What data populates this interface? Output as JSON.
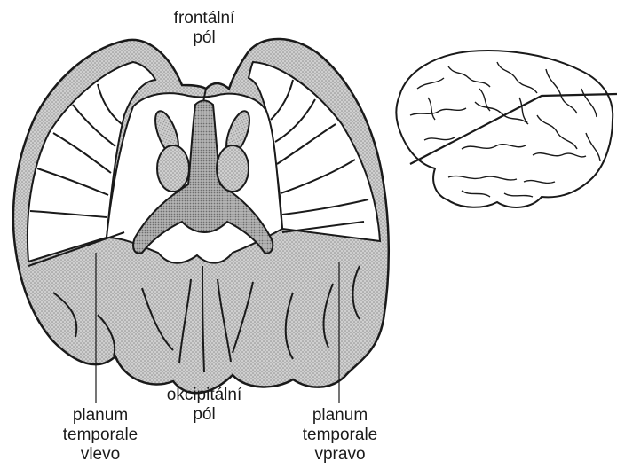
{
  "labels": {
    "frontal_line1": "frontální",
    "frontal_line2": "pól",
    "occipital_line1": "okcipitální",
    "occipital_line2": "pól",
    "left_line1": "planum",
    "left_line2": "temporale",
    "left_line3": "vlevo",
    "right_line1": "planum",
    "right_line2": "temporale",
    "right_line3": "vpravo"
  },
  "colors": {
    "ink": "#1a1a1a",
    "grey_matter": "#c9c9c9",
    "deep_nuclei": "#a9a9a9",
    "white_matter": "#ffffff"
  }
}
